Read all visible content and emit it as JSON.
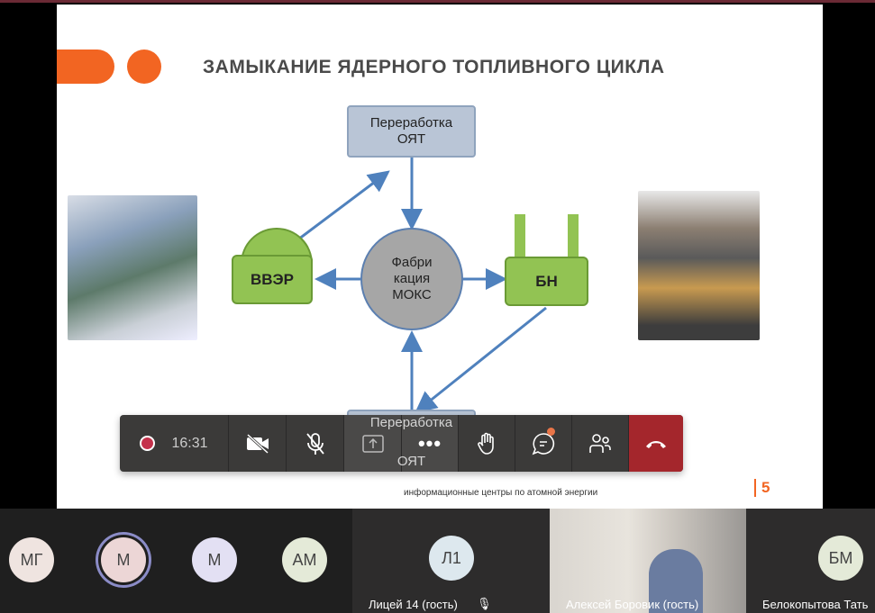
{
  "slide": {
    "title": "ЗАМЫКАНИЕ ЯДЕРНОГО ТОПЛИВНОГО ЦИКЛА",
    "box_top": "Переработка ОЯТ",
    "box_top_l1": "Переработка",
    "box_top_l2": "ОЯТ",
    "center_l1": "Фабри",
    "center_l2": "кация",
    "center_l3": "МОКС",
    "left_reactor": "ВВЭР",
    "right_reactor": "БН",
    "box_bottom_l1": "Переработка",
    "box_bottom_l2": "ОЯТ",
    "footer": "информационные центры по атомной энергии",
    "page_number": "5",
    "accent": "#f26522"
  },
  "toolbar": {
    "timer": "16:31",
    "recording_color": "#c4314b",
    "hangup_color": "#a4262c"
  },
  "participants": [
    {
      "initials": "МГ",
      "bg": "#efe4e0"
    },
    {
      "initials": "М",
      "bg": "#ecd6d6"
    },
    {
      "initials": "М",
      "bg": "#e3e0f3"
    },
    {
      "initials": "АМ",
      "bg": "#e4ead8"
    }
  ],
  "tiles": [
    {
      "initials": "Л1",
      "name": "Лицей 14 (гость)"
    },
    {
      "name": "Алексей Боровик (гость)"
    },
    {
      "initials": "БМ",
      "name": "Белокопытова Тать"
    }
  ]
}
